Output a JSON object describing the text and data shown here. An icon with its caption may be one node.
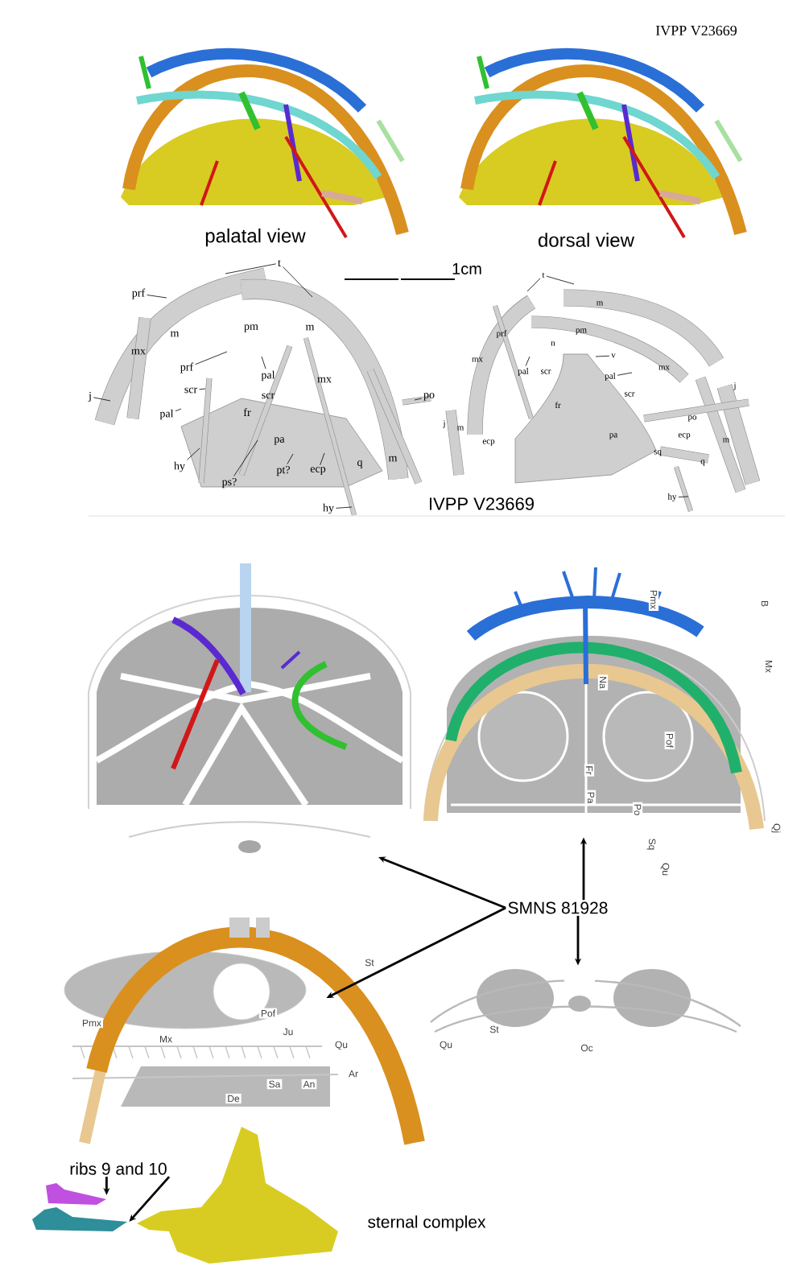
{
  "diagram": {
    "nodes": [
      {
        "text": [
          "SMNS 81928"
        ]
      },
      {
        "text": [],
        "shape": "picture"
      },
      {
        "text": [],
        "shape": "picture"
      },
      {
        "text": [],
        "shape": "picture"
      },
      {
        "text": [],
        "shape": "picture"
      },
      {
        "text": [
          "ribs 9 and 10"
        ]
      },
      {
        "text": [],
        "shape": "picture"
      },
      {
        "text": [],
        "shape": "picture"
      },
      {
        "text": [
          "t"
        ]
      },
      {
        "text": [
          "prf"
        ]
      },
      {
        "text": [
          "prf"
        ]
      },
      {
        "text": [
          "pal"
        ]
      },
      {
        "text": [
          "scr"
        ]
      },
      {
        "text": [
          "j"
        ]
      },
      {
        "text": [
          "po"
        ]
      },
      {
        "text": [
          "pal"
        ]
      },
      {
        "text": [
          "hy"
        ]
      },
      {
        "text": [
          "ps?"
        ]
      },
      {
        "text": [
          "pt?"
        ]
      },
      {
        "text": [
          "ecp"
        ]
      },
      {
        "text": [
          "hy"
        ]
      },
      {
        "text": [
          "t"
        ]
      },
      {
        "text": [
          "pal"
        ]
      },
      {
        "text": [
          "v"
        ]
      },
      {
        "text": [
          "pal"
        ]
      },
      {
        "text": [
          "hy"
        ]
      }
    ],
    "edges": [
      {
        "from": 0,
        "to": 1,
        "arrow": "to"
      },
      {
        "from": 0,
        "to": 2,
        "arrow": "to"
      },
      {
        "from": 0,
        "to": 3,
        "arrow": "to"
      },
      {
        "from": 0,
        "to": 4,
        "arrow": "to"
      },
      {
        "from": 5,
        "to": 6,
        "arrow": "to"
      },
      {
        "from": 5,
        "to": 7,
        "arrow": "to"
      },
      {
        "from": 8,
        "to": null,
        "arrow": "none"
      },
      {
        "from": 8,
        "to": null,
        "arrow": "none"
      },
      {
        "from": 9,
        "to": null,
        "arrow": "none"
      },
      {
        "from": 10,
        "to": null,
        "arrow": "none"
      },
      {
        "from": 11,
        "to": null,
        "arrow": "none"
      },
      {
        "from": 12,
        "to": null,
        "arrow": "none"
      },
      {
        "from": 13,
        "to": null,
        "arrow": "none"
      },
      {
        "from": 14,
        "to": null,
        "arrow": "none"
      },
      {
        "from": 15,
        "to": null,
        "arrow": "none"
      },
      {
        "from": 16,
        "to": null,
        "arrow": "none"
      },
      {
        "from": 17,
        "to": null,
        "arrow": "none"
      },
      {
        "from": 18,
        "to": null,
        "arrow": "none"
      },
      {
        "from": 19,
        "to": null,
        "arrow": "none"
      },
      {
        "from": 20,
        "to": null,
        "arrow": "none"
      },
      {
        "from": 21,
        "to": null,
        "arrow": "none"
      },
      {
        "from": 21,
        "to": null,
        "arrow": "none"
      },
      {
        "from": 22,
        "to": null,
        "arrow": "none"
      },
      {
        "from": 23,
        "to": null,
        "arrow": "none"
      },
      {
        "from": 24,
        "to": null,
        "arrow": "none"
      },
      {
        "from": 25,
        "to": null,
        "arrow": "none"
      }
    ],
    "labels": [
      "IVPP V23669",
      "palatal view",
      "dorsal view",
      "1cm",
      "m",
      "pm",
      "m",
      "mx",
      "mx",
      "scr",
      "fr",
      "pa",
      "q",
      "m",
      "m",
      "prf",
      "pm",
      "n",
      "mx",
      "scr",
      "mx",
      "j",
      "scr",
      "fr",
      "po",
      "j",
      "m",
      "ecp",
      "pa",
      "ecp",
      "m",
      "sq",
      "q",
      "IVPP V23669",
      "Pmx",
      "B",
      "Mx",
      "Na",
      "Pof",
      "Fr",
      "Pa",
      "Po",
      "Qj",
      "Sq",
      "Qu",
      "St",
      "Pof",
      "Pmx",
      "Ju",
      "Mx",
      "Qu",
      "Ar",
      "Sa",
      "An",
      "De",
      "St",
      "Qu",
      "Oc",
      "sternal complex"
    ]
  }
}
